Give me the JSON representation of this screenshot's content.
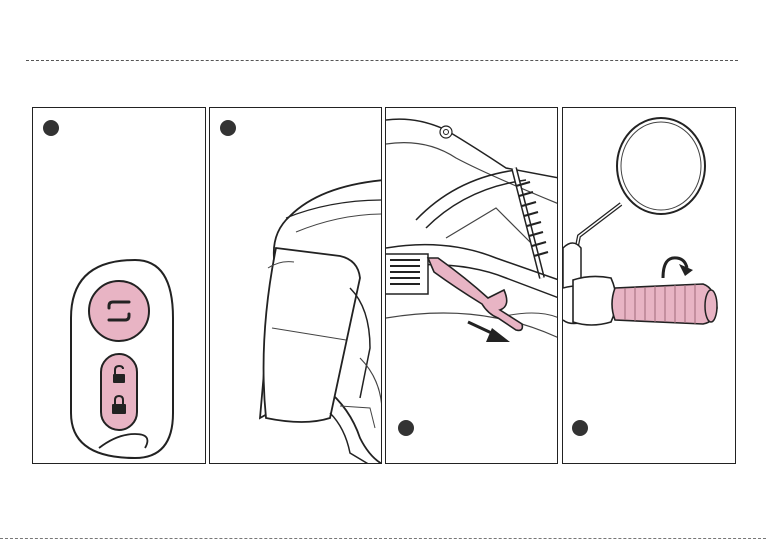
{
  "colors": {
    "accent_pink": "#e8b4c4",
    "line": "#222222",
    "step_dot": "#333333"
  },
  "panels": [
    {
      "id": "remote-key",
      "icons": [
        "scooter-s-logo-icon",
        "unlock-icon",
        "lock-icon"
      ]
    },
    {
      "id": "helmet",
      "icons": []
    },
    {
      "id": "kickstand",
      "icons": [
        "direction-arrow-icon"
      ]
    },
    {
      "id": "throttle-grip",
      "icons": [
        "rotate-arrow-icon"
      ]
    }
  ]
}
